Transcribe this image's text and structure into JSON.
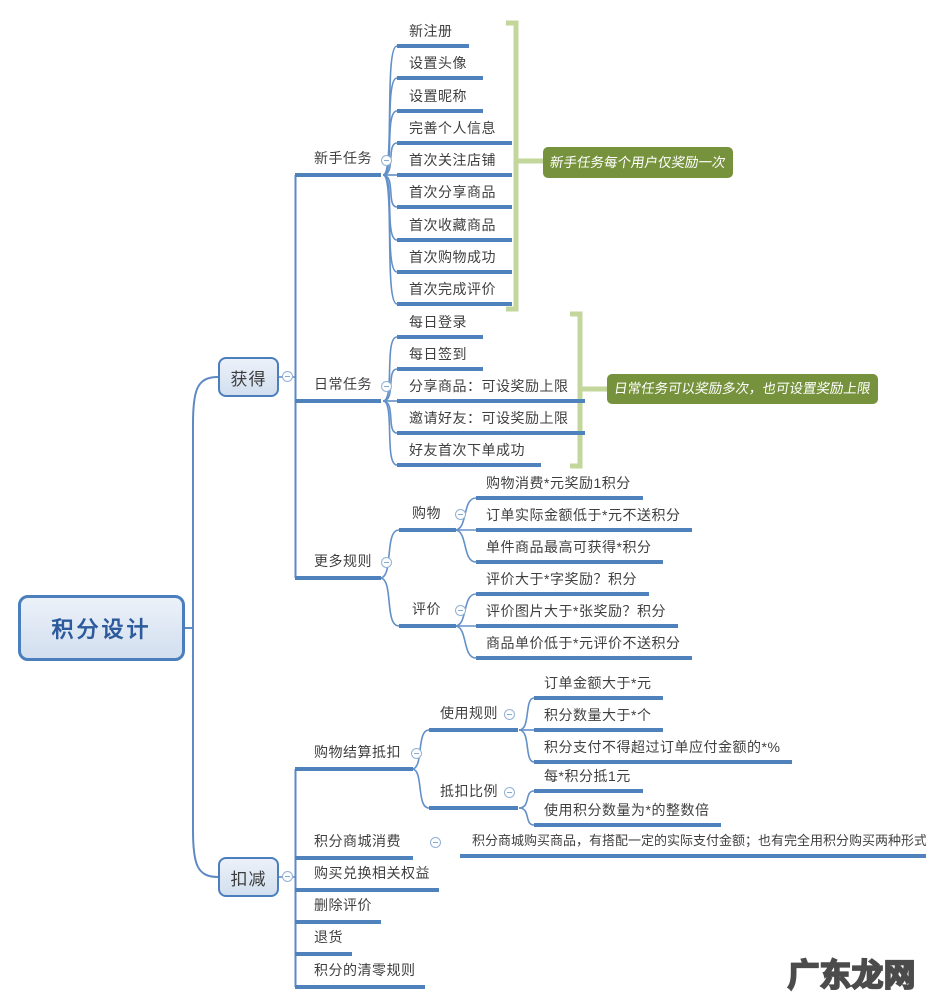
{
  "map": {
    "root_label": "积分设计",
    "obtain": {
      "label": "获得",
      "newbie": {
        "label": "新手任务",
        "children": [
          "新注册",
          "设置头像",
          "设置昵称",
          "完善个人信息",
          "首次关注店铺",
          "首次分享商品",
          "首次收藏商品",
          "首次购物成功",
          "首次完成评价"
        ],
        "callout": "新手任务每个用户仅奖励一次"
      },
      "daily": {
        "label": "日常任务",
        "children": [
          "每日登录",
          "每日签到",
          "分享商品：可设奖励上限",
          "邀请好友：可设奖励上限",
          "好友首次下单成功"
        ],
        "callout": "日常任务可以奖励多次，也可设置奖励上限"
      },
      "more": {
        "label": "更多规则",
        "shopping": {
          "label": "购物",
          "children": [
            "购物消费*元奖励1积分",
            "订单实际金额低于*元不送积分",
            "单件商品最高可获得*积分"
          ]
        },
        "review": {
          "label": "评价",
          "children": [
            "评价大于*字奖励？积分",
            "评价图片大于*张奖励？积分",
            "商品单价低于*元评价不送积分"
          ]
        }
      }
    },
    "deduct": {
      "label": "扣减",
      "checkout": {
        "label": "购物结算抵扣",
        "usage": {
          "label": "使用规则",
          "children": [
            "订单金额大于*元",
            "积分数量大于*个",
            "积分支付不得超过订单应付金额的*%"
          ]
        },
        "ratio": {
          "label": "抵扣比例",
          "children": [
            "每*积分抵1元",
            "使用积分数量为*的整数倍"
          ]
        }
      },
      "mall": {
        "label": "积分商城消费",
        "note": "积分商城购买商品，有搭配一定的实际支付金额；也有完全用积分购买两种形式"
      },
      "others": [
        "购买兑换相关权益",
        "删除评价",
        "退货",
        "积分的清零规则"
      ]
    }
  },
  "watermark": "广东龙网",
  "icons": {
    "collapse": "minus"
  },
  "colors": {
    "branch_line": "#4f81bd",
    "topic_fill": "#dbe5f1",
    "topic_border": "#4a7ebc",
    "root_text": "#2d5a9c",
    "callout_fill": "#76923c",
    "callout_bracket": "#c3d69b",
    "text": "#3f3f3f"
  }
}
